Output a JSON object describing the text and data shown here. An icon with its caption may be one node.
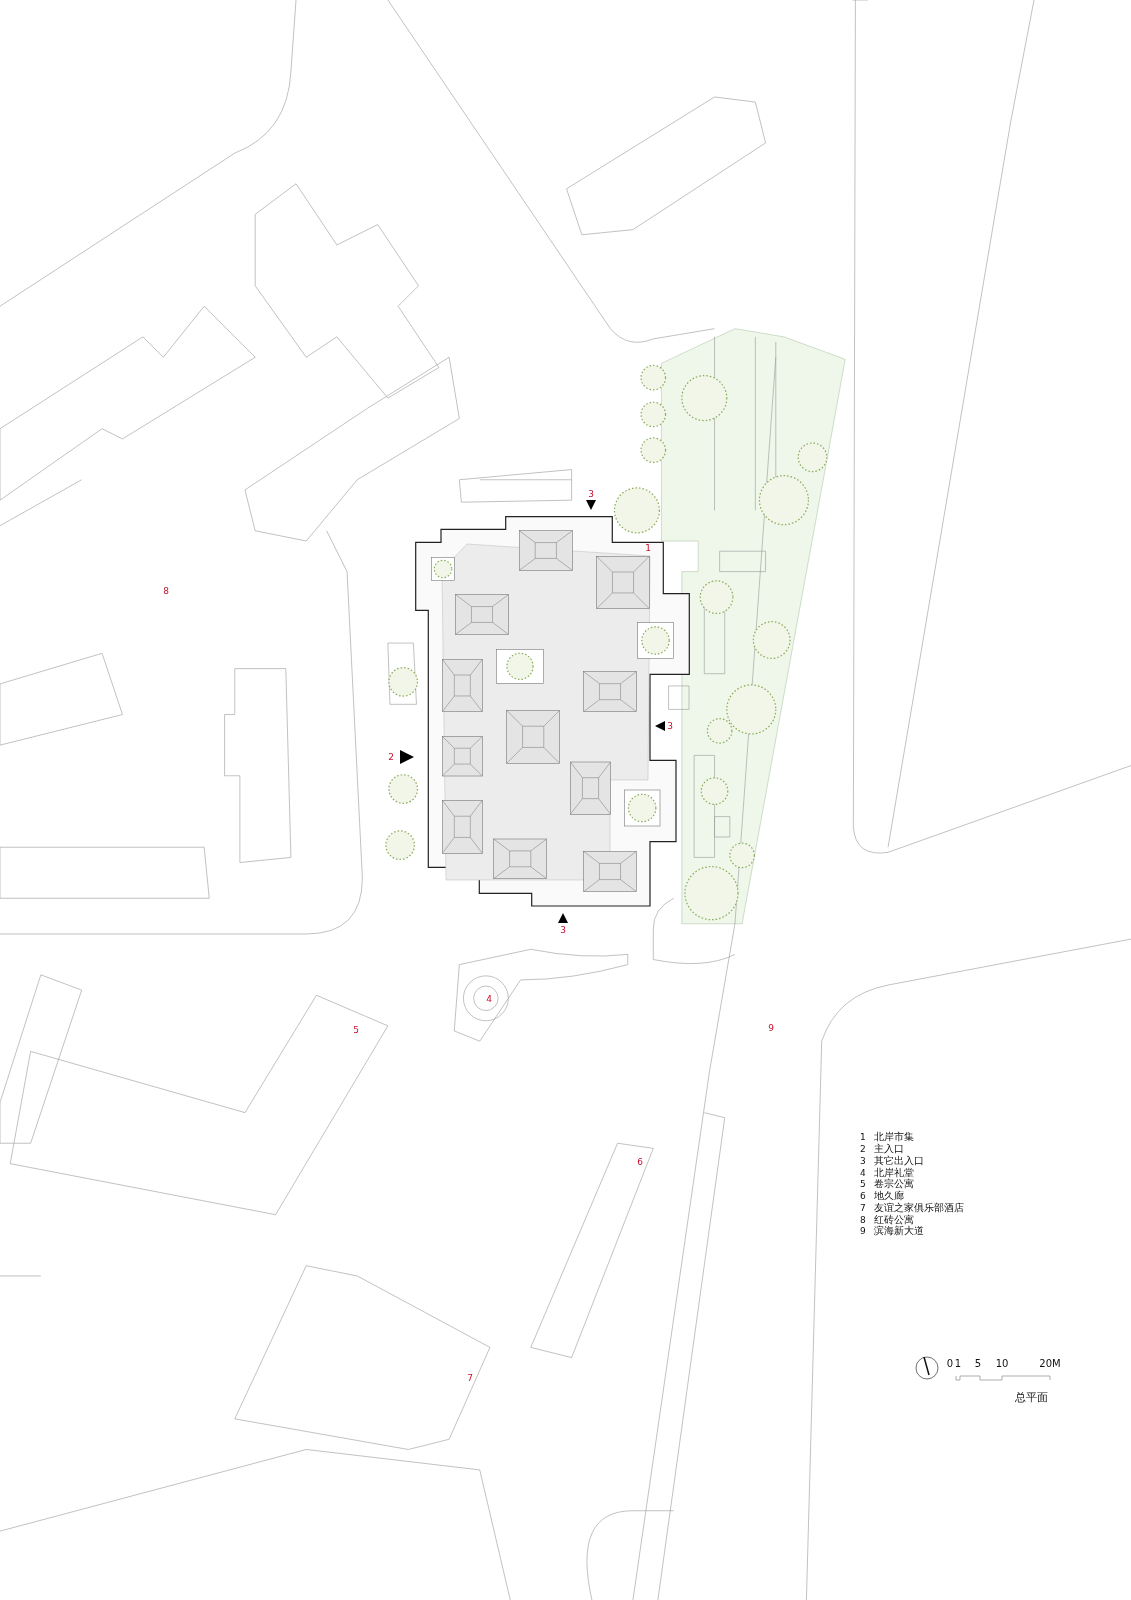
{
  "diagram": {
    "title": "总平面",
    "labels": [
      "3",
      "1",
      "8",
      "3",
      "2",
      "3",
      "4",
      "5",
      "9",
      "6",
      "1",
      "北岸市集",
      "2",
      "主入口",
      "3",
      "其它出入口",
      "4",
      "北岸礼堂",
      "5",
      "卷宗公寓",
      "6",
      "地久廊",
      "7",
      "友谊之家俱乐部酒店",
      "8",
      "红砖公寓",
      "9",
      "滨海新大道",
      "0",
      "1",
      "5",
      "10",
      "20M",
      "7"
    ]
  }
}
